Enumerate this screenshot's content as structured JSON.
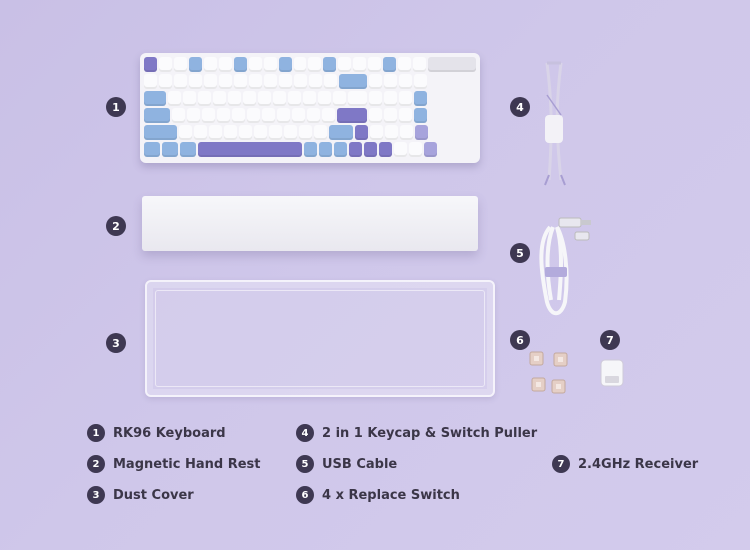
{
  "items": [
    {
      "num": "1",
      "label": "RK96 Keyboard"
    },
    {
      "num": "2",
      "label": "Magnetic Hand Rest"
    },
    {
      "num": "3",
      "label": "Dust Cover"
    },
    {
      "num": "4",
      "label": "2 in 1 Keycap & Switch Puller"
    },
    {
      "num": "5",
      "label": "USB Cable"
    },
    {
      "num": "6",
      "label": "4 x Replace Switch"
    },
    {
      "num": "7",
      "label": "2.4GHz Receiver"
    }
  ],
  "colors": {
    "background": "#cdc5e9",
    "badge": "#3e3852",
    "keycap_blue": "#8fb3e0",
    "keycap_purple": "#7f78c6",
    "keycap_white": "#fbfbfd"
  }
}
